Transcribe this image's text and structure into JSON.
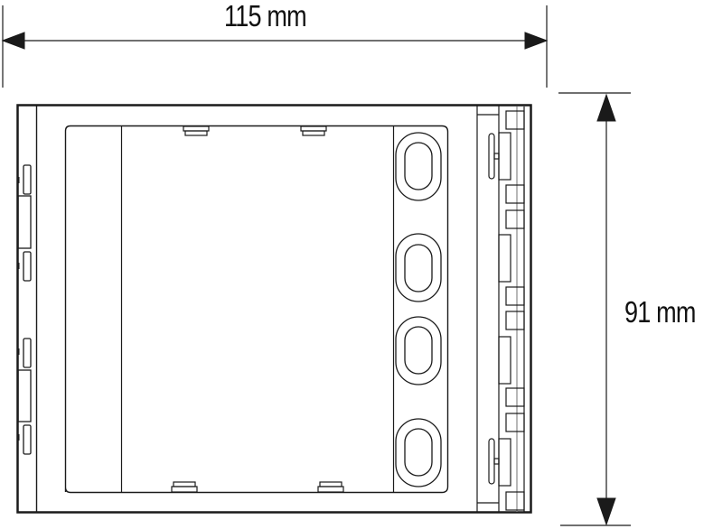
{
  "dimensions": {
    "width_label": "115 mm",
    "height_label": "91 mm"
  },
  "device": {
    "type": "front-panel-module",
    "button_count": 4,
    "colors": {
      "stroke": "#1a1a1a",
      "thin_stroke": "#333333",
      "background": "#ffffff",
      "gray_line": "#888888"
    }
  }
}
